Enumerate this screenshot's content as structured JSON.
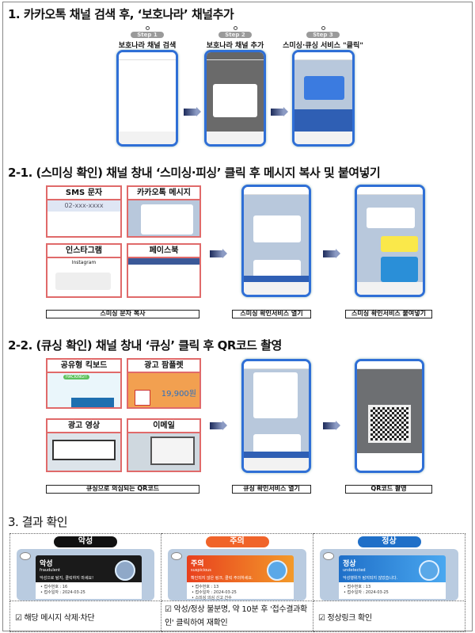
{
  "section1": {
    "title": "1. 카카오톡 채널 검색 후, ‘보호나라’ 채널추가",
    "steps": [
      {
        "pill": "Step 1",
        "label": "보호나라 채널 검색"
      },
      {
        "pill": "Step 2",
        "label": "보호나라 채널 추가"
      },
      {
        "pill": "Step 3",
        "label": "스미싱·큐싱 서비스 \"클릭\""
      }
    ]
  },
  "section2_1": {
    "title": "2-1. (스미싱 확인) 채널 창내 ‘스미싱·피싱’ 클릭 후 메시지 복사 및 붙여넣기",
    "boxes": [
      {
        "title": "SMS 문자",
        "detail": "02-xxx-xxxx"
      },
      {
        "title": "카카오톡 메시지"
      },
      {
        "title": "인스타그램",
        "detail": "Instagram"
      },
      {
        "title": "페이스북"
      }
    ],
    "labels": [
      "스미싱 문자 복사",
      "스미싱 확인서비스 열기",
      "스미싱 확인서비스 붙여넣기"
    ]
  },
  "section2_2": {
    "title": "2-2. (큐싱 확인) 채널 창내 ‘큐싱’ 클릭 후 QR코드 촬영",
    "boxes": [
      {
        "title": "공유형 킥보드",
        "detail": "HACKING!!"
      },
      {
        "title": "광고 팜플렛",
        "detail": "19,900원"
      },
      {
        "title": "광고 영상"
      },
      {
        "title": "이메일"
      }
    ],
    "labels": [
      "큐싱으로 의심되는 QR코드",
      "큐싱 확인서비스 열기",
      "QR코드 촬영"
    ]
  },
  "section3": {
    "title": "3. 결과 확인",
    "results": [
      {
        "badge": "악성",
        "color": "#111111",
        "card_title": "악성",
        "card_sub": "fraudulent",
        "card_msg": "악성으로 탐지, 클릭하지 마세요!",
        "lines": [
          "• 접수번호 : 16",
          "• 접수일자 : 2024-03-25"
        ],
        "action": "☑ 해당 메시지 삭제·차단"
      },
      {
        "badge": "주의",
        "color": "#f0642a",
        "card_title": "주의",
        "card_sub": "suspicious",
        "card_msg": "확인되지 않은 링크, 클릭 주의하세요.",
        "lines": [
          "• 접수번호 : 13",
          "• 접수일자 : 2024-03-25",
          "• 스미싱 의심 신고 건수"
        ],
        "action": "☑ 악성/정상 불분명, 약 10분 후 '접수결과확인' 클릭하여 재확인"
      },
      {
        "badge": "정상",
        "color": "#1f6fc8",
        "card_title": "정상",
        "card_sub": "undetected",
        "card_msg": "악성행위가 탐지되지 않았습니다.",
        "lines": [
          "• 접수번호 : 13",
          "• 접수일자 : 2024-03-25"
        ],
        "action": "☑ 정상링크 확인"
      }
    ]
  }
}
